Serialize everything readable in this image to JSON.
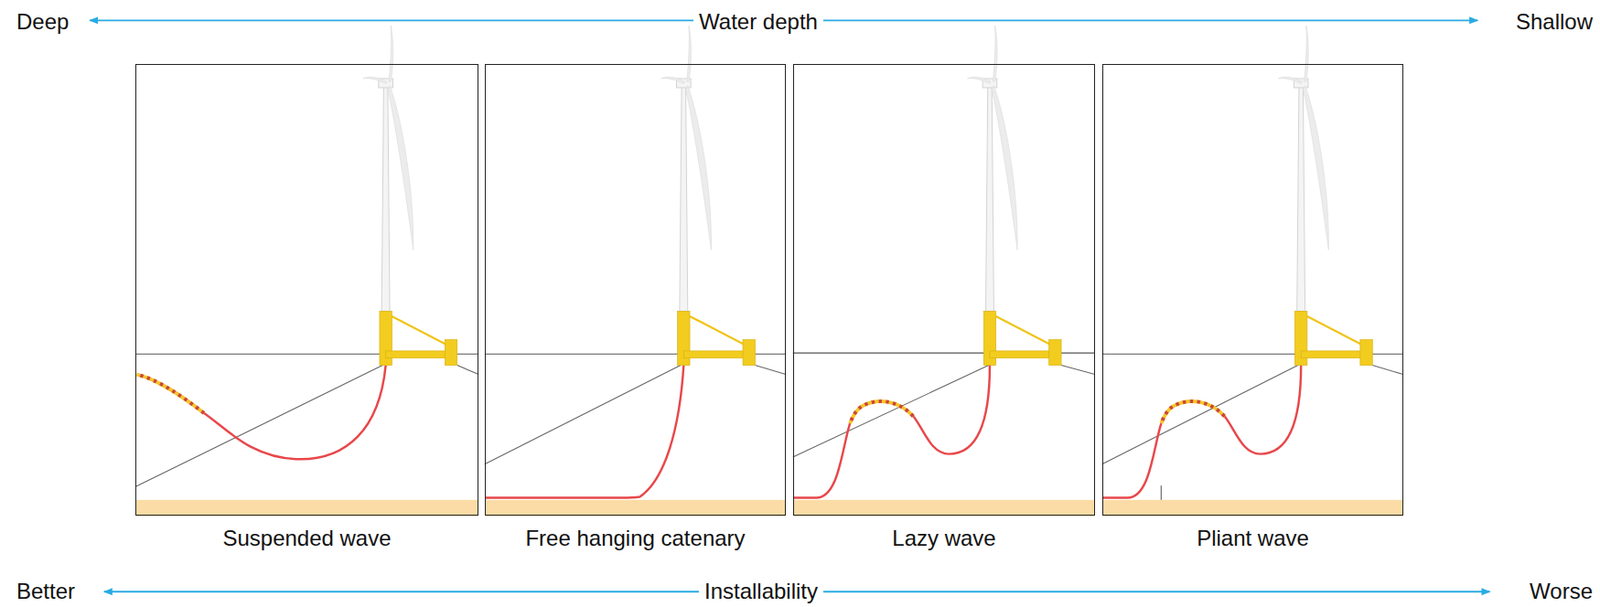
{
  "diagram": {
    "nodes": [
      {
        "text": [
          "Suspended wave"
        ]
      },
      {
        "text": [
          "Free hanging catenary"
        ]
      },
      {
        "text": [
          "Lazy wave"
        ]
      },
      {
        "text": [
          "Pliant wave"
        ]
      }
    ],
    "labels": [
      "Deep",
      "Water depth",
      "Shallow",
      "Better",
      "Installability",
      "Worse"
    ]
  }
}
